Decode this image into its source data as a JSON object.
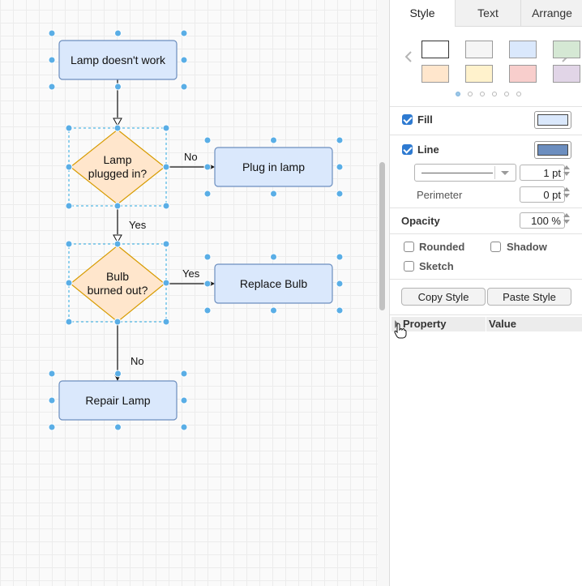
{
  "diagram": {
    "nodes": {
      "start": "Lamp doesn't work",
      "decision1": "Lamp\nplugged in?",
      "plug_in": "Plug in lamp",
      "decision2": "Bulb\nburned out?",
      "replace": "Replace Bulb",
      "repair": "Repair Lamp"
    },
    "edges": {
      "no1": "No",
      "yes1": "Yes",
      "yes2": "Yes",
      "no2": "No"
    },
    "colors": {
      "process_fill": "#dae8fc",
      "process_stroke": "#6c8ebf",
      "decision_fill": "#ffe6cc",
      "decision_stroke": "#d79b00",
      "handle": "#29a8e0"
    }
  },
  "panel": {
    "tabs": [
      {
        "label": "Style",
        "active": true
      },
      {
        "label": "Text",
        "active": false
      },
      {
        "label": "Arrange",
        "active": false
      }
    ],
    "swatches": [
      "#ffffff",
      "#f5f5f5",
      "#dae8fc",
      "#d5e8d4",
      "#ffe6cc",
      "#fff2cc",
      "#f8cecc",
      "#e1d5e7"
    ],
    "swatch_page": 1,
    "swatch_pages": 6,
    "fill": {
      "label": "Fill",
      "checked": true,
      "color": "#dae8fc"
    },
    "line": {
      "label": "Line",
      "checked": true,
      "color": "#6c8ebf",
      "width": "1 pt"
    },
    "perimeter": {
      "label": "Perimeter",
      "value": "0 pt"
    },
    "opacity": {
      "label": "Opacity",
      "value": "100 %"
    },
    "rounded": {
      "label": "Rounded",
      "checked": false
    },
    "shadow": {
      "label": "Shadow",
      "checked": false
    },
    "sketch": {
      "label": "Sketch",
      "checked": false
    },
    "copy_style": "Copy Style",
    "paste_style": "Paste Style",
    "table": {
      "col_property": "Property",
      "col_value": "Value"
    }
  }
}
